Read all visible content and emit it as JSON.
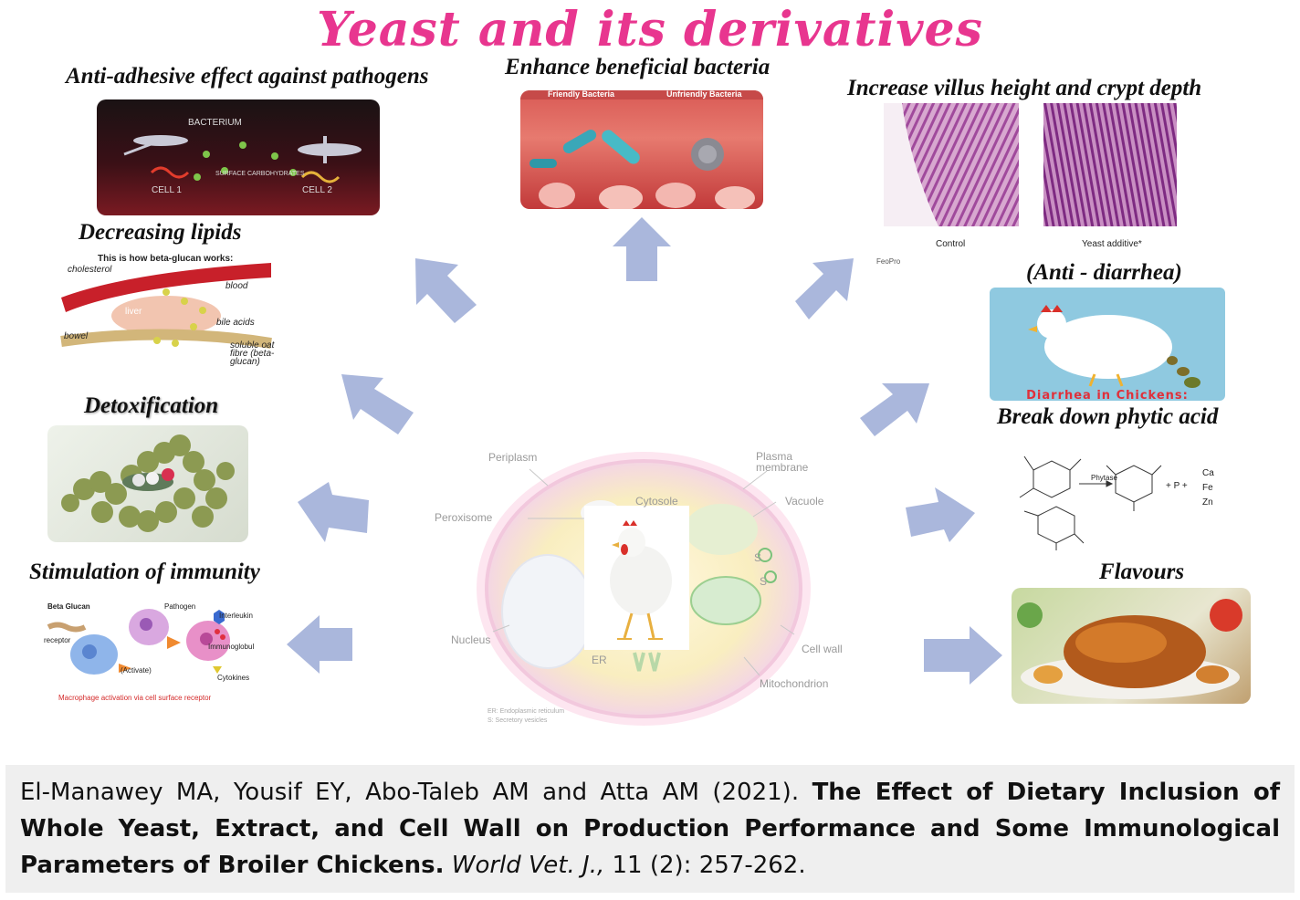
{
  "title": "Yeast and its derivatives",
  "labels": {
    "anti_adhesive": "Anti-adhesive effect against pathogens",
    "enhance_bacteria": "Enhance beneficial bacteria",
    "villus": "Increase villus height and crypt depth",
    "lipids": "Decreasing lipids",
    "anti_diarrhea": "(Anti - diarrhea)",
    "detox": "Detoxification",
    "phytic": "Break down phytic acid",
    "immunity": "Stimulation of immunity",
    "flavours": "Flavours"
  },
  "panels": {
    "bacteria_panel": {
      "bacterium": "BACTERIUM",
      "cell1": "CELL 1",
      "cell2": "CELL 2",
      "surface": "SURFACE CARBOHYDRATES"
    },
    "friendly": {
      "left": "Friendly Bacteria",
      "right": "Unfriendly Bacteria"
    },
    "villus": {
      "control": "Control",
      "yeast": "Yeast additive*",
      "note": "FeoPro"
    },
    "lipids": {
      "header": "This is how beta-glucan works:",
      "cholesterol": "cholesterol",
      "blood": "blood",
      "liver": "liver",
      "bowel": "bowel",
      "bile": "bile acids",
      "fibre": "soluble oat fibre (beta-glucan)"
    },
    "diarrhea": {
      "caption": "Diarrhea in Chickens:"
    },
    "phytic": {
      "enzyme": "Phytase",
      "ions": [
        "Ca",
        "Fe",
        "Zn"
      ],
      "plus": "+ P +"
    },
    "immunity": {
      "beta": "Beta Glucan",
      "pathogen": "Pathogen",
      "receptor": "receptor",
      "interleukin": "Interleukin",
      "immuno": "Immunoglobul",
      "cytokines": "Cytokines",
      "activate": "(Activate)",
      "caption": "Macrophage activation via cell surface receptor"
    }
  },
  "cell": {
    "periplasm": "Periplasm",
    "plasma": "Plasma membrane",
    "cytosole": "Cytosole",
    "vacuole": "Vacuole",
    "peroxisome": "Peroxisome",
    "nucleus": "Nucleus",
    "er": "ER",
    "cellwall": "Cell wall",
    "mito": "Mitochondrion",
    "s1": "S",
    "s2": "S",
    "legend1": "ER: Endoplasmic reticulum",
    "legend2": "S: Secretory vesicles"
  },
  "citation": {
    "authors": "El-Manawey MA, Yousif EY, Abo-Taleb AM and Atta AM (2021). ",
    "title": "The Effect of Dietary Inclusion of Whole Yeast, Extract, and Cell Wall on Production Performance and Some Immunological Parameters of Broiler Chickens.",
    "journal": " World Vet. J.,",
    "volume": " 11 (2): 257-262."
  },
  "colors": {
    "title": "#e8368f",
    "arrow": "#aab7dc",
    "citation_bg": "#efefef"
  }
}
